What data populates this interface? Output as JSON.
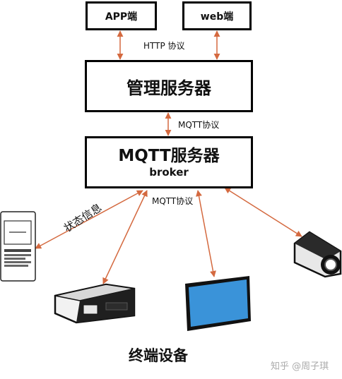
{
  "nodes": {
    "app": "APP端",
    "web": "web端",
    "management_server": "管理服务器",
    "mqtt_server": "MQTT服务器",
    "mqtt_server_sub": "broker"
  },
  "edges": {
    "http": "HTTP 协议",
    "mqtt_1": "MQTT协议",
    "mqtt_2": "MQTT协议",
    "status": "状态信息"
  },
  "devices": {
    "title": "终端设备",
    "icons": [
      "panel-device-icon",
      "projector-icon",
      "tablet-icon",
      "camera-icon"
    ]
  },
  "watermark": "知乎 @周子琪",
  "colors": {
    "arrow": "#d4693f",
    "border": "#000000",
    "tablet_screen": "#3a93d9"
  }
}
